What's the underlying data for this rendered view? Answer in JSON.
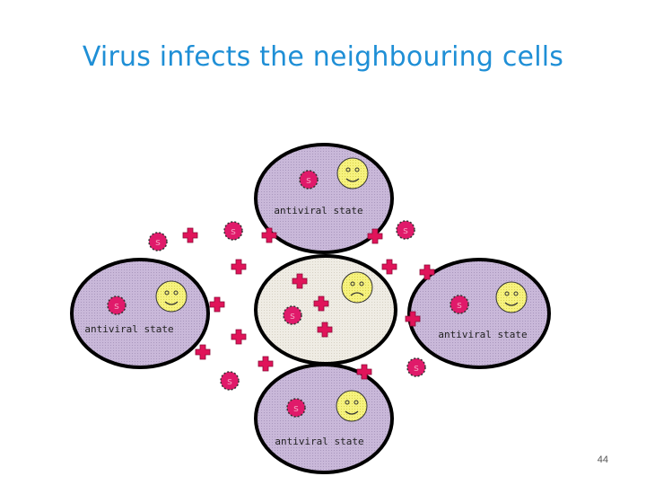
{
  "slide": {
    "title": "Virus infects the neighbouring cells",
    "page_number": "44"
  },
  "labels": {
    "antiviral_state": "antiviral state"
  },
  "colors": {
    "title": "#1f8fd6",
    "cell_fill": "#c8b6d8",
    "center_fill": "#ece8e0",
    "virus": "#e01a6a",
    "interferon": "#e0145a",
    "face": "#f5f07a"
  }
}
